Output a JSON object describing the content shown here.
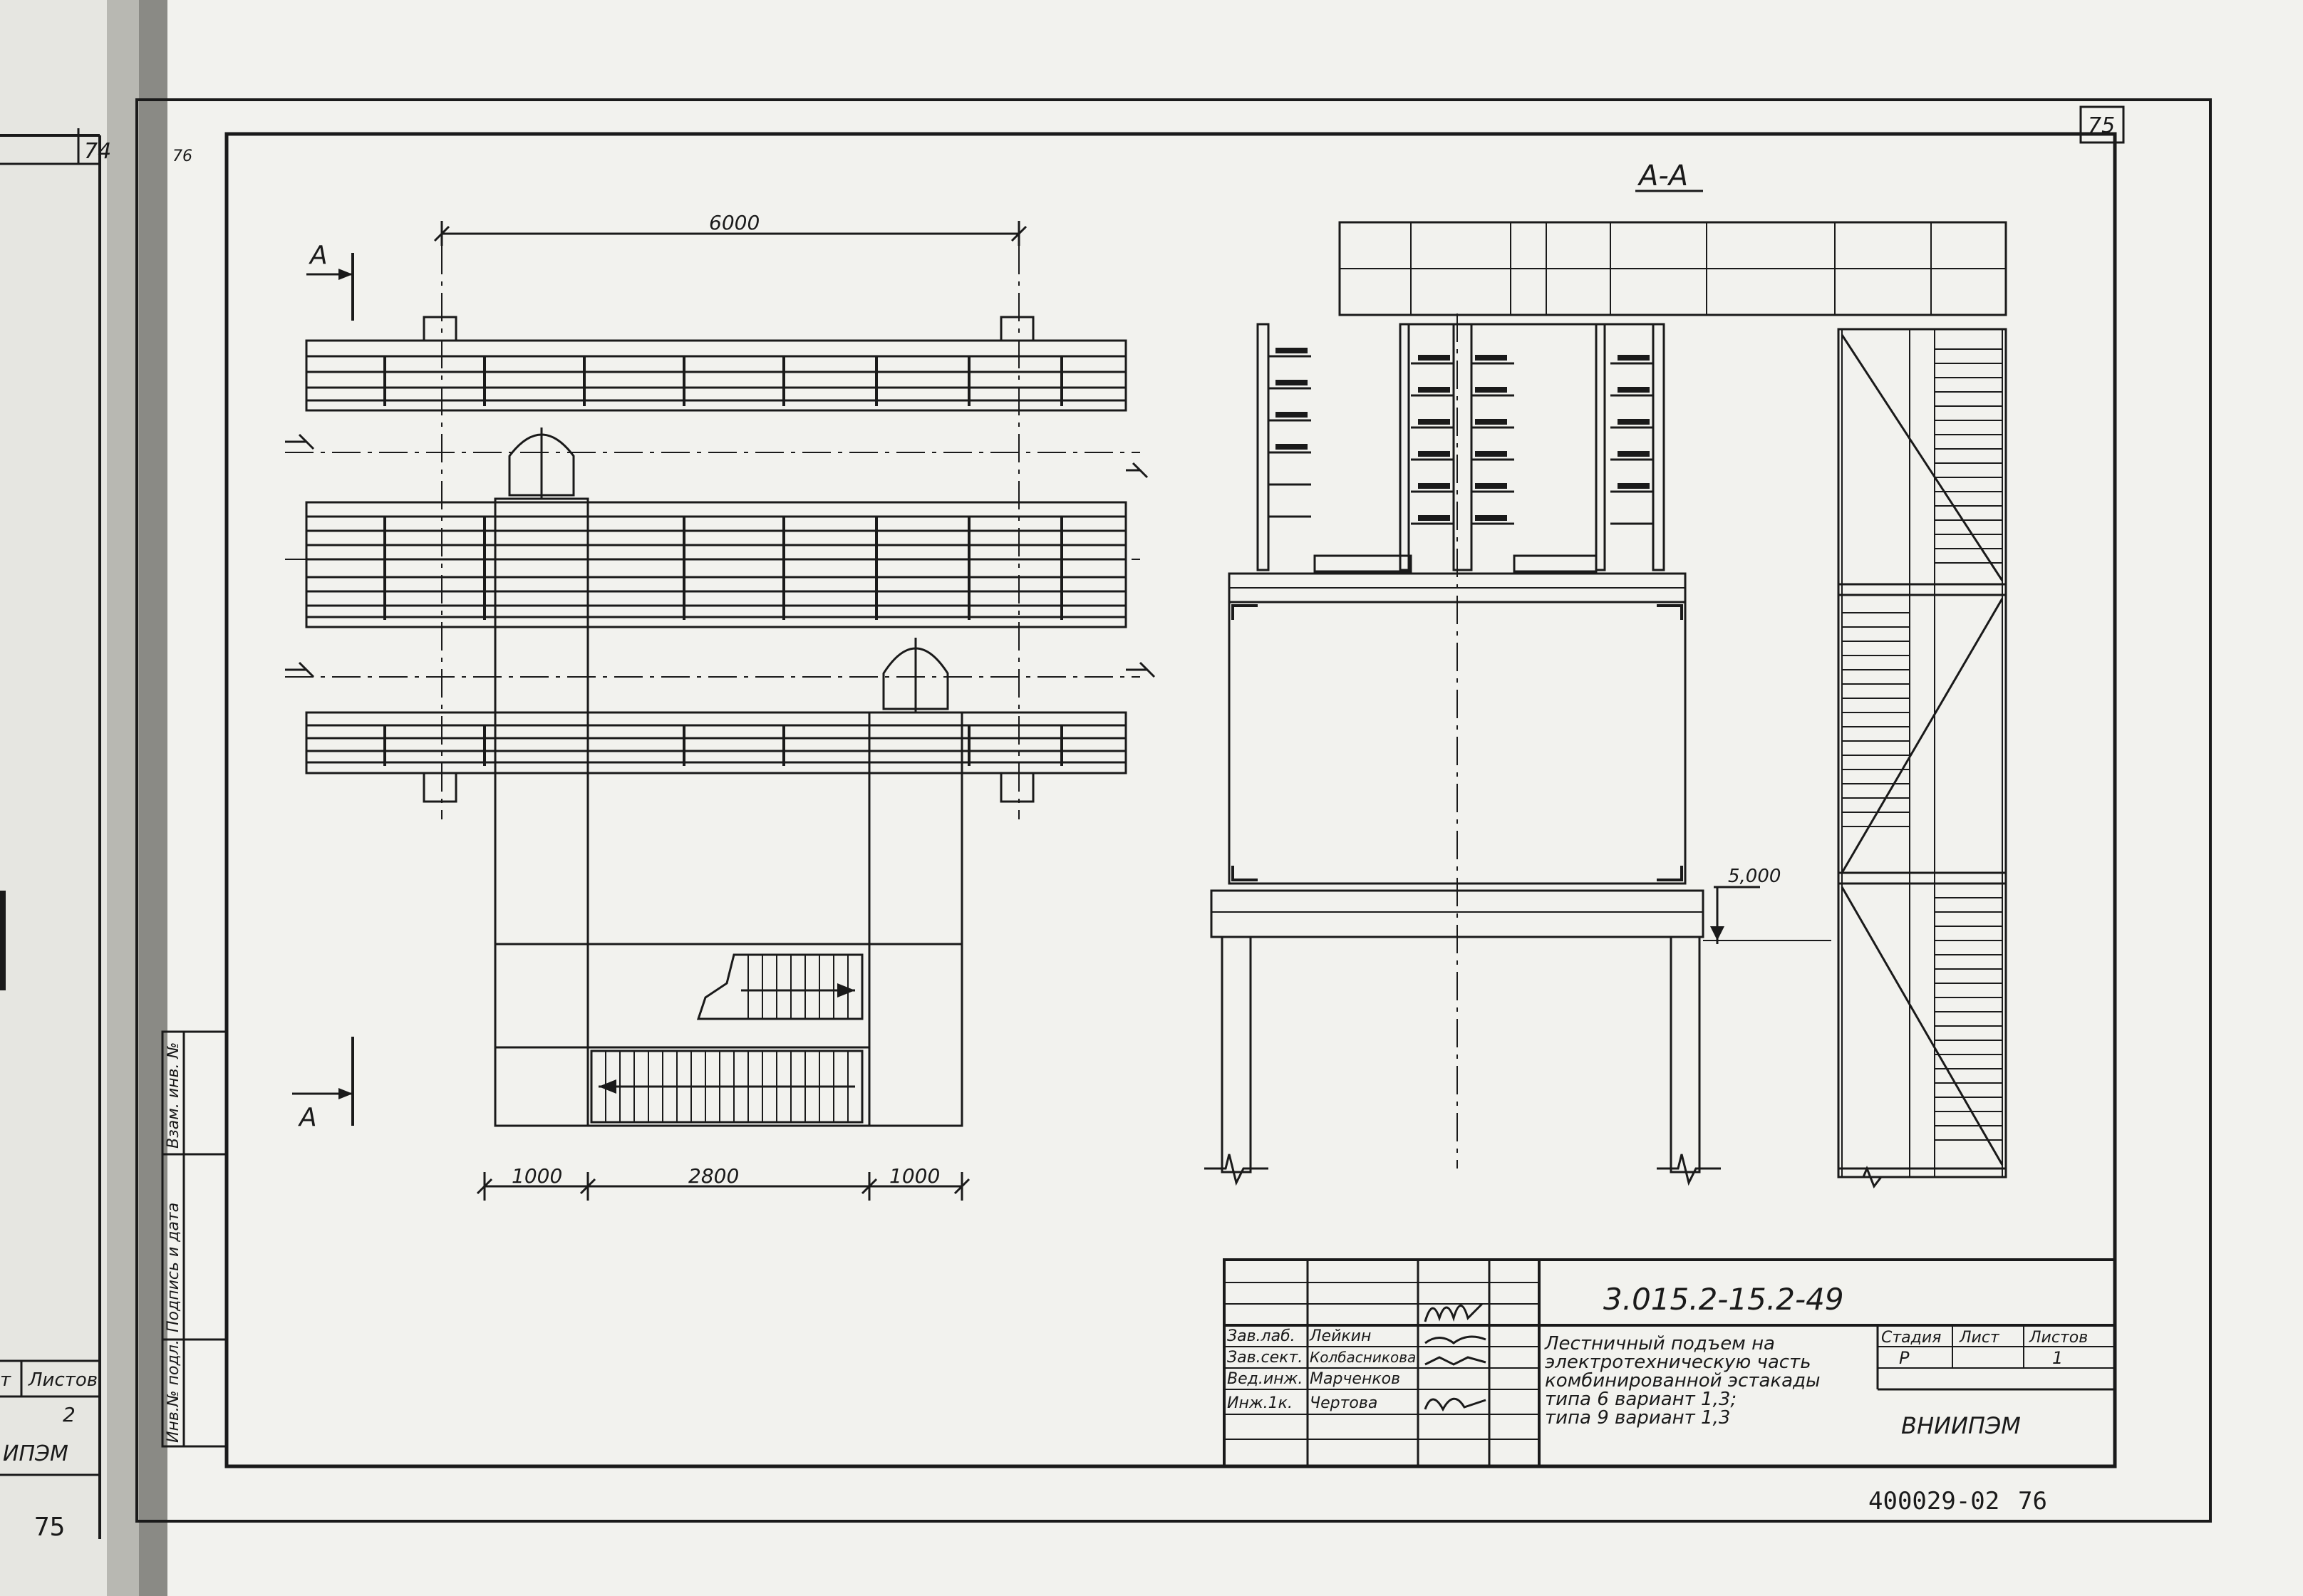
{
  "page_numbers": {
    "prev_sheet": "74",
    "current_sheet": "75",
    "prev_bottom": "75",
    "faint_corner": "76"
  },
  "plan_view": {
    "dimension_top": "6000",
    "dimension_bottom": [
      "1000",
      "2800",
      "1000"
    ],
    "section_mark_top": "А",
    "section_mark_bottom": "А"
  },
  "section_view": {
    "title": "А-А",
    "elevation_mark": "5,000"
  },
  "side_stamp": {
    "col1": "Инв.№ подл.",
    "col2": "Подпись и дата",
    "col3": "Взам. инв. №"
  },
  "left_sheet_fragment": {
    "listov_label": "Листов",
    "listov_value": "2",
    "org_fragment": "ИПЭМ",
    "t_label": "т"
  },
  "title_block": {
    "code": "3.015.2-15.2-49",
    "rows": [
      {
        "role": "Зав.лаб.",
        "name": "Лейкин"
      },
      {
        "role": "Зав.сект.",
        "name": "Колбасникова"
      },
      {
        "role": "Вед.инж.",
        "name": "Марченков"
      },
      {
        "role": "Инж.1к.",
        "name": "Чертова"
      }
    ],
    "description": [
      "Лестничный подъем на",
      "электротехническую часть",
      "комбинированной эстакады",
      "типа 6 вариант 1,3;",
      "типа 9 вариант 1,3"
    ],
    "stage_label": "Стадия",
    "sheet_label": "Лист",
    "sheets_label": "Листов",
    "stage_value": "Р",
    "sheet_value": "1",
    "organization": "ВНИИПЭМ"
  },
  "archive_number": "400029-02",
  "archive_page": "76"
}
